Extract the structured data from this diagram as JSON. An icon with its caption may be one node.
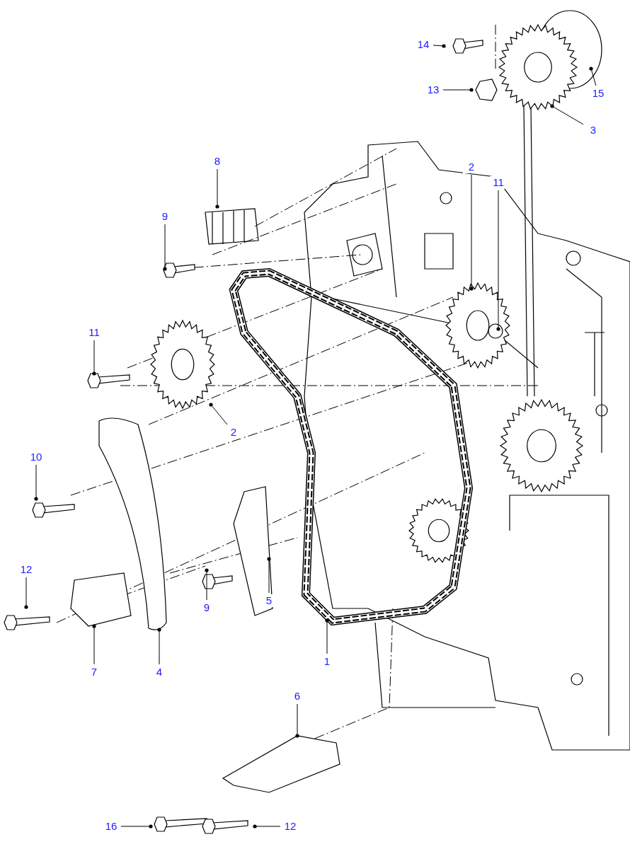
{
  "diagram": {
    "nodes": [
      {
        "text": [
          "14"
        ]
      },
      {
        "text": [
          "13"
        ]
      },
      {
        "text": [
          "15"
        ]
      },
      {
        "text": [
          "3"
        ]
      },
      {
        "text": [
          "8"
        ]
      },
      {
        "text": [
          "9"
        ]
      },
      {
        "text": [
          "2"
        ]
      },
      {
        "text": [
          "11"
        ]
      },
      {
        "text": [
          "11"
        ]
      },
      {
        "text": [
          "2"
        ]
      },
      {
        "text": [
          "10"
        ]
      },
      {
        "text": [
          "12"
        ]
      },
      {
        "text": [
          "5"
        ]
      },
      {
        "text": [
          "9"
        ]
      },
      {
        "text": [
          "7"
        ]
      },
      {
        "text": [
          "4"
        ]
      },
      {
        "text": [
          "1"
        ]
      },
      {
        "text": [
          "6"
        ]
      },
      {
        "text": [
          "16"
        ]
      },
      {
        "text": [
          "12"
        ]
      }
    ],
    "edges": [
      {
        "from": 0,
        "to": null,
        "arrow": "other"
      },
      {
        "from": 1,
        "to": null,
        "arrow": "other"
      },
      {
        "from": 2,
        "to": null,
        "arrow": "other"
      },
      {
        "from": 3,
        "to": null,
        "arrow": "other"
      },
      {
        "from": 4,
        "to": null,
        "arrow": "other"
      },
      {
        "from": 5,
        "to": null,
        "arrow": "other"
      },
      {
        "from": 6,
        "to": null,
        "arrow": "other"
      },
      {
        "from": 7,
        "to": null,
        "arrow": "other"
      },
      {
        "from": 8,
        "to": null,
        "arrow": "other"
      },
      {
        "from": 9,
        "to": null,
        "arrow": "other"
      },
      {
        "from": 10,
        "to": null,
        "arrow": "other"
      },
      {
        "from": 11,
        "to": null,
        "arrow": "other"
      },
      {
        "from": 12,
        "to": null,
        "arrow": "other"
      },
      {
        "from": 13,
        "to": null,
        "arrow": "other"
      },
      {
        "from": 14,
        "to": null,
        "arrow": "other"
      },
      {
        "from": 15,
        "to": null,
        "arrow": "other"
      },
      {
        "from": 16,
        "to": null,
        "arrow": "other"
      },
      {
        "from": 17,
        "to": null,
        "arrow": "other"
      },
      {
        "from": 18,
        "to": null,
        "arrow": "other"
      },
      {
        "from": 19,
        "to": null,
        "arrow": "other"
      }
    ]
  }
}
